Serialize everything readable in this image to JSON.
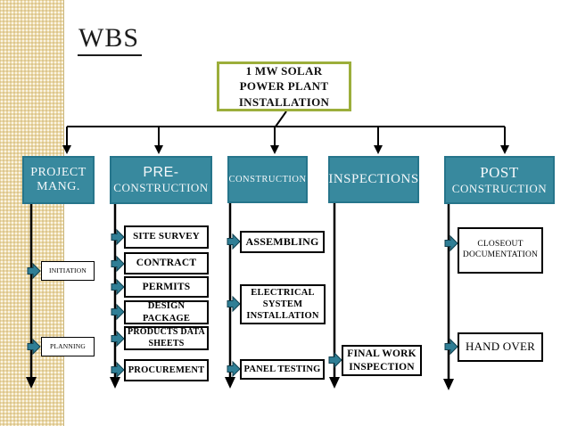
{
  "title": "WBS",
  "root": {
    "label": "1 MW SOLAR\nPOWER PLANT\nINSTALLATION"
  },
  "colors": {
    "node_fill": "#38899e",
    "node_border": "#26758b",
    "root_border": "#9cae3b",
    "strip": "#ecd9a7",
    "connector": "#000000",
    "sub_arrow_fill": "#2f7e95",
    "sub_arrow_border": "#10404f"
  },
  "branches": [
    {
      "name": "project-mang",
      "line1": "PROJECT",
      "line2": "MANG.",
      "children": [
        "INITIATION",
        "PLANNING"
      ]
    },
    {
      "name": "pre-construction",
      "line1": "PRE-",
      "line2": "CONSTRUCTION",
      "children": [
        "SITE SURVEY",
        "CONTRACT",
        "PERMITS",
        "DESIGN\nPACKAGE",
        "PRODUCTS DATA\nSHEETS",
        "PROCUREMENT"
      ]
    },
    {
      "name": "construction",
      "line1": "CONSTRUCTION",
      "children": [
        "ASSEMBLING",
        "ELECTRICAL\nSYSTEM\nINSTALLATION",
        "PANEL TESTING"
      ]
    },
    {
      "name": "inspections",
      "line1": "INSPECTIONS",
      "children": [
        "FINAL WORK\nINSPECTION"
      ]
    },
    {
      "name": "post-construction",
      "line1": "POST",
      "line2": "CONSTRUCTION",
      "children": [
        "CLOSEOUT\nDOCUMENTATION",
        "HAND OVER"
      ]
    }
  ]
}
